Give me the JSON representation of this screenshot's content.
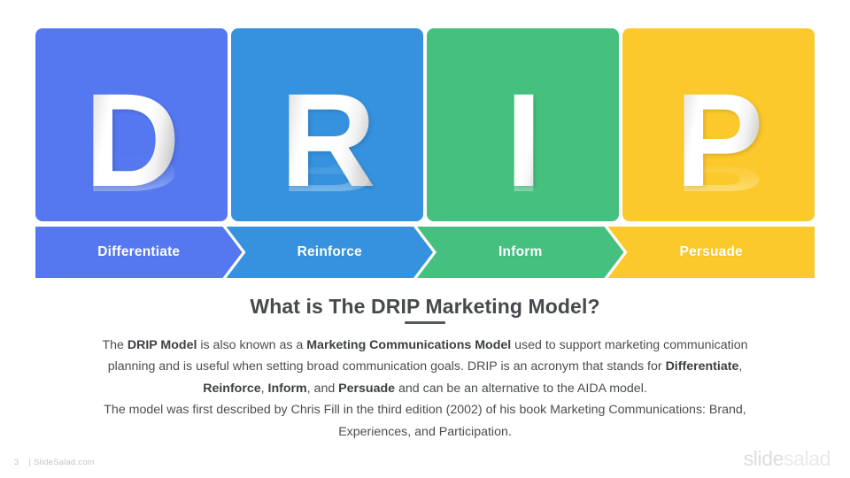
{
  "slide": {
    "number": "3",
    "footer_site": "| SlideSalad.com",
    "logo_part_a": "slide",
    "logo_part_b": "salad"
  },
  "colors": {
    "differentiate": "#5578f0",
    "reinforce": "#3692de",
    "inform": "#45c07f",
    "persuade": "#fbc92b",
    "heading": "#46494d",
    "body": "#4a4d51",
    "footer": "#c2c4c6"
  },
  "tiles": [
    {
      "letter": "D",
      "label": "Differentiate",
      "color": "#5578f0"
    },
    {
      "letter": "R",
      "label": "Reinforce",
      "color": "#3692de"
    },
    {
      "letter": "I",
      "label": "Inform",
      "color": "#45c07f"
    },
    {
      "letter": "P",
      "label": "Persuade",
      "color": "#fbc92b"
    }
  ],
  "heading": {
    "title": "What is The DRIP Marketing Model?"
  },
  "body": {
    "line1_a": "The ",
    "line1_b": "DRIP Model",
    "line1_c": " is also known as a ",
    "line1_d": "Marketing Communications Model",
    "line1_e": " used to support marketing communication",
    "line2_a": "planning and is useful when setting broad communication goals. DRIP is an acronym that stands for ",
    "line2_b": "Differentiate",
    "line2_c": ",",
    "line3_a": "Reinforce",
    "line3_b": ", ",
    "line3_c": "Inform",
    "line3_d": ", and ",
    "line3_e": "Persuade",
    "line3_f": " and can be an alternative to the AIDA model.",
    "line4": "The model was first described by Chris Fill in the third edition (2002) of his book Marketing Communications: Brand,",
    "line5": "Experiences,  and Participation."
  }
}
